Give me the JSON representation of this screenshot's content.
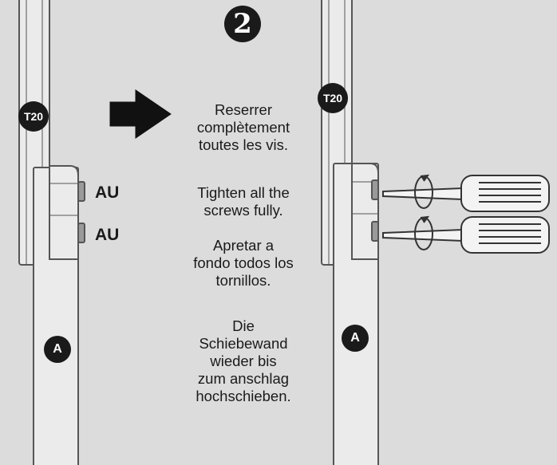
{
  "step_number": "2",
  "badges": {
    "t20": "T20",
    "a": "A"
  },
  "au_label": "AU",
  "instructions": {
    "fr": [
      "Reserrer",
      "complètement",
      "toutes les vis."
    ],
    "en": [
      "Tighten all the",
      "screws fully."
    ],
    "es": [
      "Apretar a",
      "fondo todos los",
      "tornillos."
    ],
    "de": [
      "Die",
      "Schiebewand",
      "wieder bis",
      "zum anschlag",
      "hochschieben."
    ]
  },
  "colors": {
    "background": "#dcdcdc",
    "panel_fill": "#ebebeb",
    "outline": "#555555",
    "badge": "#1a1a1a",
    "arrow": "#111111"
  },
  "icons": [
    "arrow-right-icon",
    "screwdriver-icon",
    "rotation-arrow-icon"
  ]
}
